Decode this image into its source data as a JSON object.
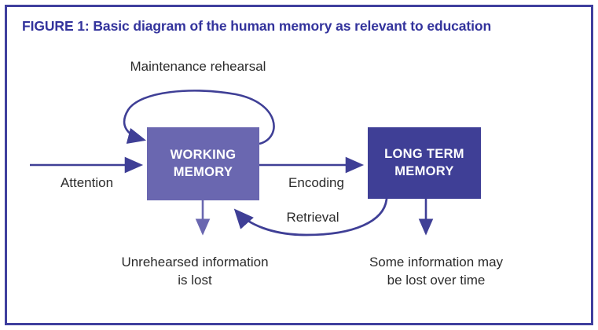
{
  "figure": {
    "title": "FIGURE 1: Basic diagram of the human memory as relevant to education",
    "border_color": "#3f3f9e",
    "title_color": "#33339c",
    "background": "#ffffff"
  },
  "boxes": [
    {
      "id": "working-memory",
      "label_line1": "WORKING",
      "label_line2": "MEMORY",
      "fill": "#6a67b0",
      "text_color": "#ffffff"
    },
    {
      "id": "long-term-memory",
      "label_line1": "LONG TERM",
      "label_line2": "MEMORY",
      "fill": "#3f3f96",
      "text_color": "#ffffff"
    }
  ],
  "labels": {
    "maintenance_rehearsal": "Maintenance rehearsal",
    "attention": "Attention",
    "encoding": "Encoding",
    "retrieval": "Retrieval",
    "unrehearsed_lost": "Unrehearsed information\nis lost",
    "some_info_lost": "Some information may\nbe lost over time"
  },
  "arrows": [
    {
      "name": "attention-arrow",
      "from": "external",
      "to": "working-memory",
      "color": "#3f3f96",
      "style": "straight-right"
    },
    {
      "name": "maintenance-rehearsal-loop",
      "from": "working-memory",
      "to": "working-memory",
      "color": "#3f3f96",
      "style": "loop-over-top"
    },
    {
      "name": "encoding-arrow",
      "from": "working-memory",
      "to": "long-term-memory",
      "color": "#3f3f96",
      "style": "straight-right"
    },
    {
      "name": "retrieval-arrow",
      "from": "long-term-memory",
      "to": "working-memory",
      "color": "#3f3f96",
      "style": "curve-under-left"
    },
    {
      "name": "working-memory-loss-arrow",
      "from": "working-memory",
      "to": "unrehearsed-lost-label",
      "color": "#6a67b0",
      "style": "straight-down"
    },
    {
      "name": "long-term-memory-loss-arrow",
      "from": "long-term-memory",
      "to": "some-info-lost-label",
      "color": "#3f3f96",
      "style": "straight-down"
    }
  ]
}
